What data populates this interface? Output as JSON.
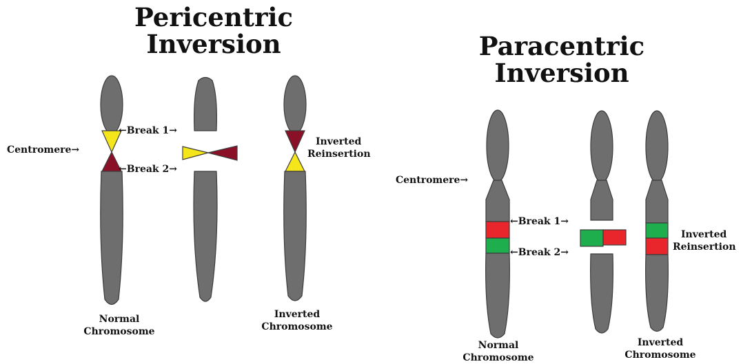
{
  "pericentric": {
    "title_line1": "Pericentric",
    "title_line2": "Inversion",
    "labels": {
      "break1": "←Break 1→",
      "break2": "←Break 2→",
      "centromere": "Centromere→",
      "reinsertion_line1": "Inverted",
      "reinsertion_line2": "Reinsertion"
    },
    "captions": {
      "normal_line1": "Normal",
      "normal_line2": "Chromosome",
      "inverted_line1": "Inverted",
      "inverted_line2": "Chromosome"
    }
  },
  "paracentric": {
    "title_line1": "Paracentric",
    "title_line2": "Inversion",
    "labels": {
      "break1": "←Break 1→",
      "break2": "←Break 2→",
      "centromere": "Centromere→",
      "reinsertion_line1": "Inverted",
      "reinsertion_line2": "Reinsertion"
    },
    "captions": {
      "normal_line1": "Normal",
      "normal_line2": "Chromosome",
      "inverted_line1": "Inverted",
      "inverted_line2": "Chromosome"
    }
  },
  "colors": {
    "chromosome": "#6e6e6e",
    "outline": "#3c3c3c",
    "yellow": "#f5e61c",
    "maroon": "#8a1028",
    "red": "#e8262c",
    "green": "#1fae4e"
  }
}
